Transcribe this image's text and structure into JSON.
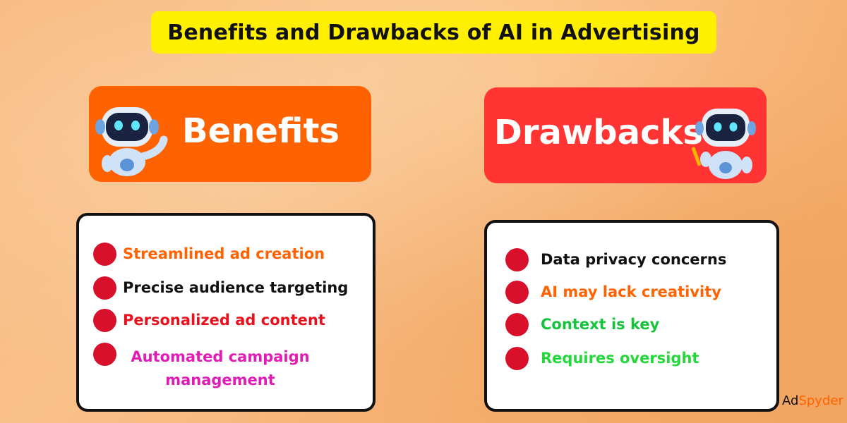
{
  "title": "Benefits and Drawbacks of AI in Advertising",
  "benefits": {
    "heading": "Benefits",
    "items": [
      {
        "text": "Streamlined ad creation",
        "color": "#ff6200"
      },
      {
        "text": "Precise audience targeting",
        "color": "#111111"
      },
      {
        "text": "Personalized ad content",
        "color": "#e8101c"
      },
      {
        "text": "Automated campaign management",
        "color": "#e21bb4"
      }
    ]
  },
  "drawbacks": {
    "heading": "Drawbacks",
    "items": [
      {
        "text": "Data privacy concerns",
        "color": "#111111"
      },
      {
        "text": "AI may lack creativity",
        "color": "#ff6200"
      },
      {
        "text": "Context is key",
        "color": "#15c43c"
      },
      {
        "text": "Requires oversight",
        "color": "#25d83a"
      }
    ]
  },
  "logo": {
    "part1": "Ad",
    "part2": "Spyder"
  },
  "colors": {
    "title_bg": "#ffef00",
    "benefits_bg": "#ff6200",
    "drawbacks_bg": "#ff3433",
    "bullet": "#d8102b"
  }
}
